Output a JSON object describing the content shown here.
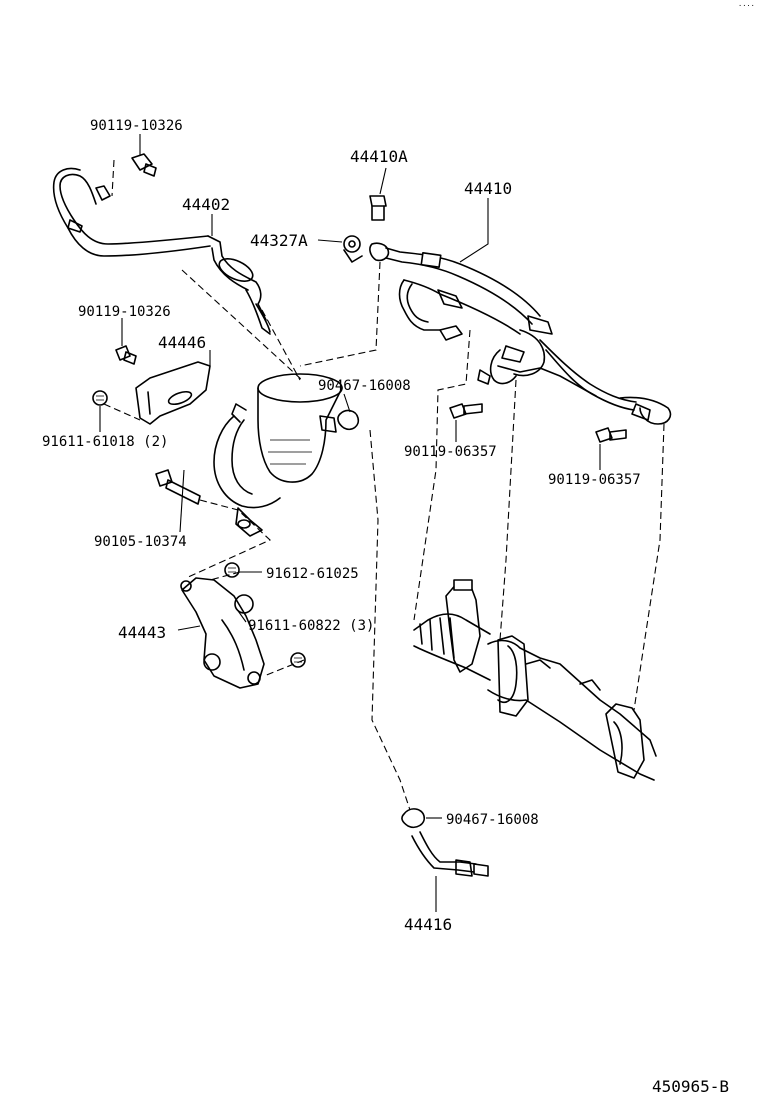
{
  "diagram_id": "450965-B",
  "corner_mark": "....",
  "labels": {
    "p_90119_10326_top": "90119-10326",
    "p_44410A": "44410A",
    "p_44410": "44410",
    "p_44402": "44402",
    "p_44327A": "44327A",
    "p_90119_10326_mid": "90119-10326",
    "p_44446": "44446",
    "p_90467_16008_upper": "90467-16008",
    "p_91611_61018": "91611-61018 (2)",
    "p_90119_06357_a": "90119-06357",
    "p_90119_06357_b": "90119-06357",
    "p_90105_10374": "90105-10374",
    "p_91612_61025": "91612-61025",
    "p_44443": "44443",
    "p_91611_60822": "91611-60822 (3)",
    "p_90467_16008_lower": "90467-16008",
    "p_44416": "44416"
  }
}
